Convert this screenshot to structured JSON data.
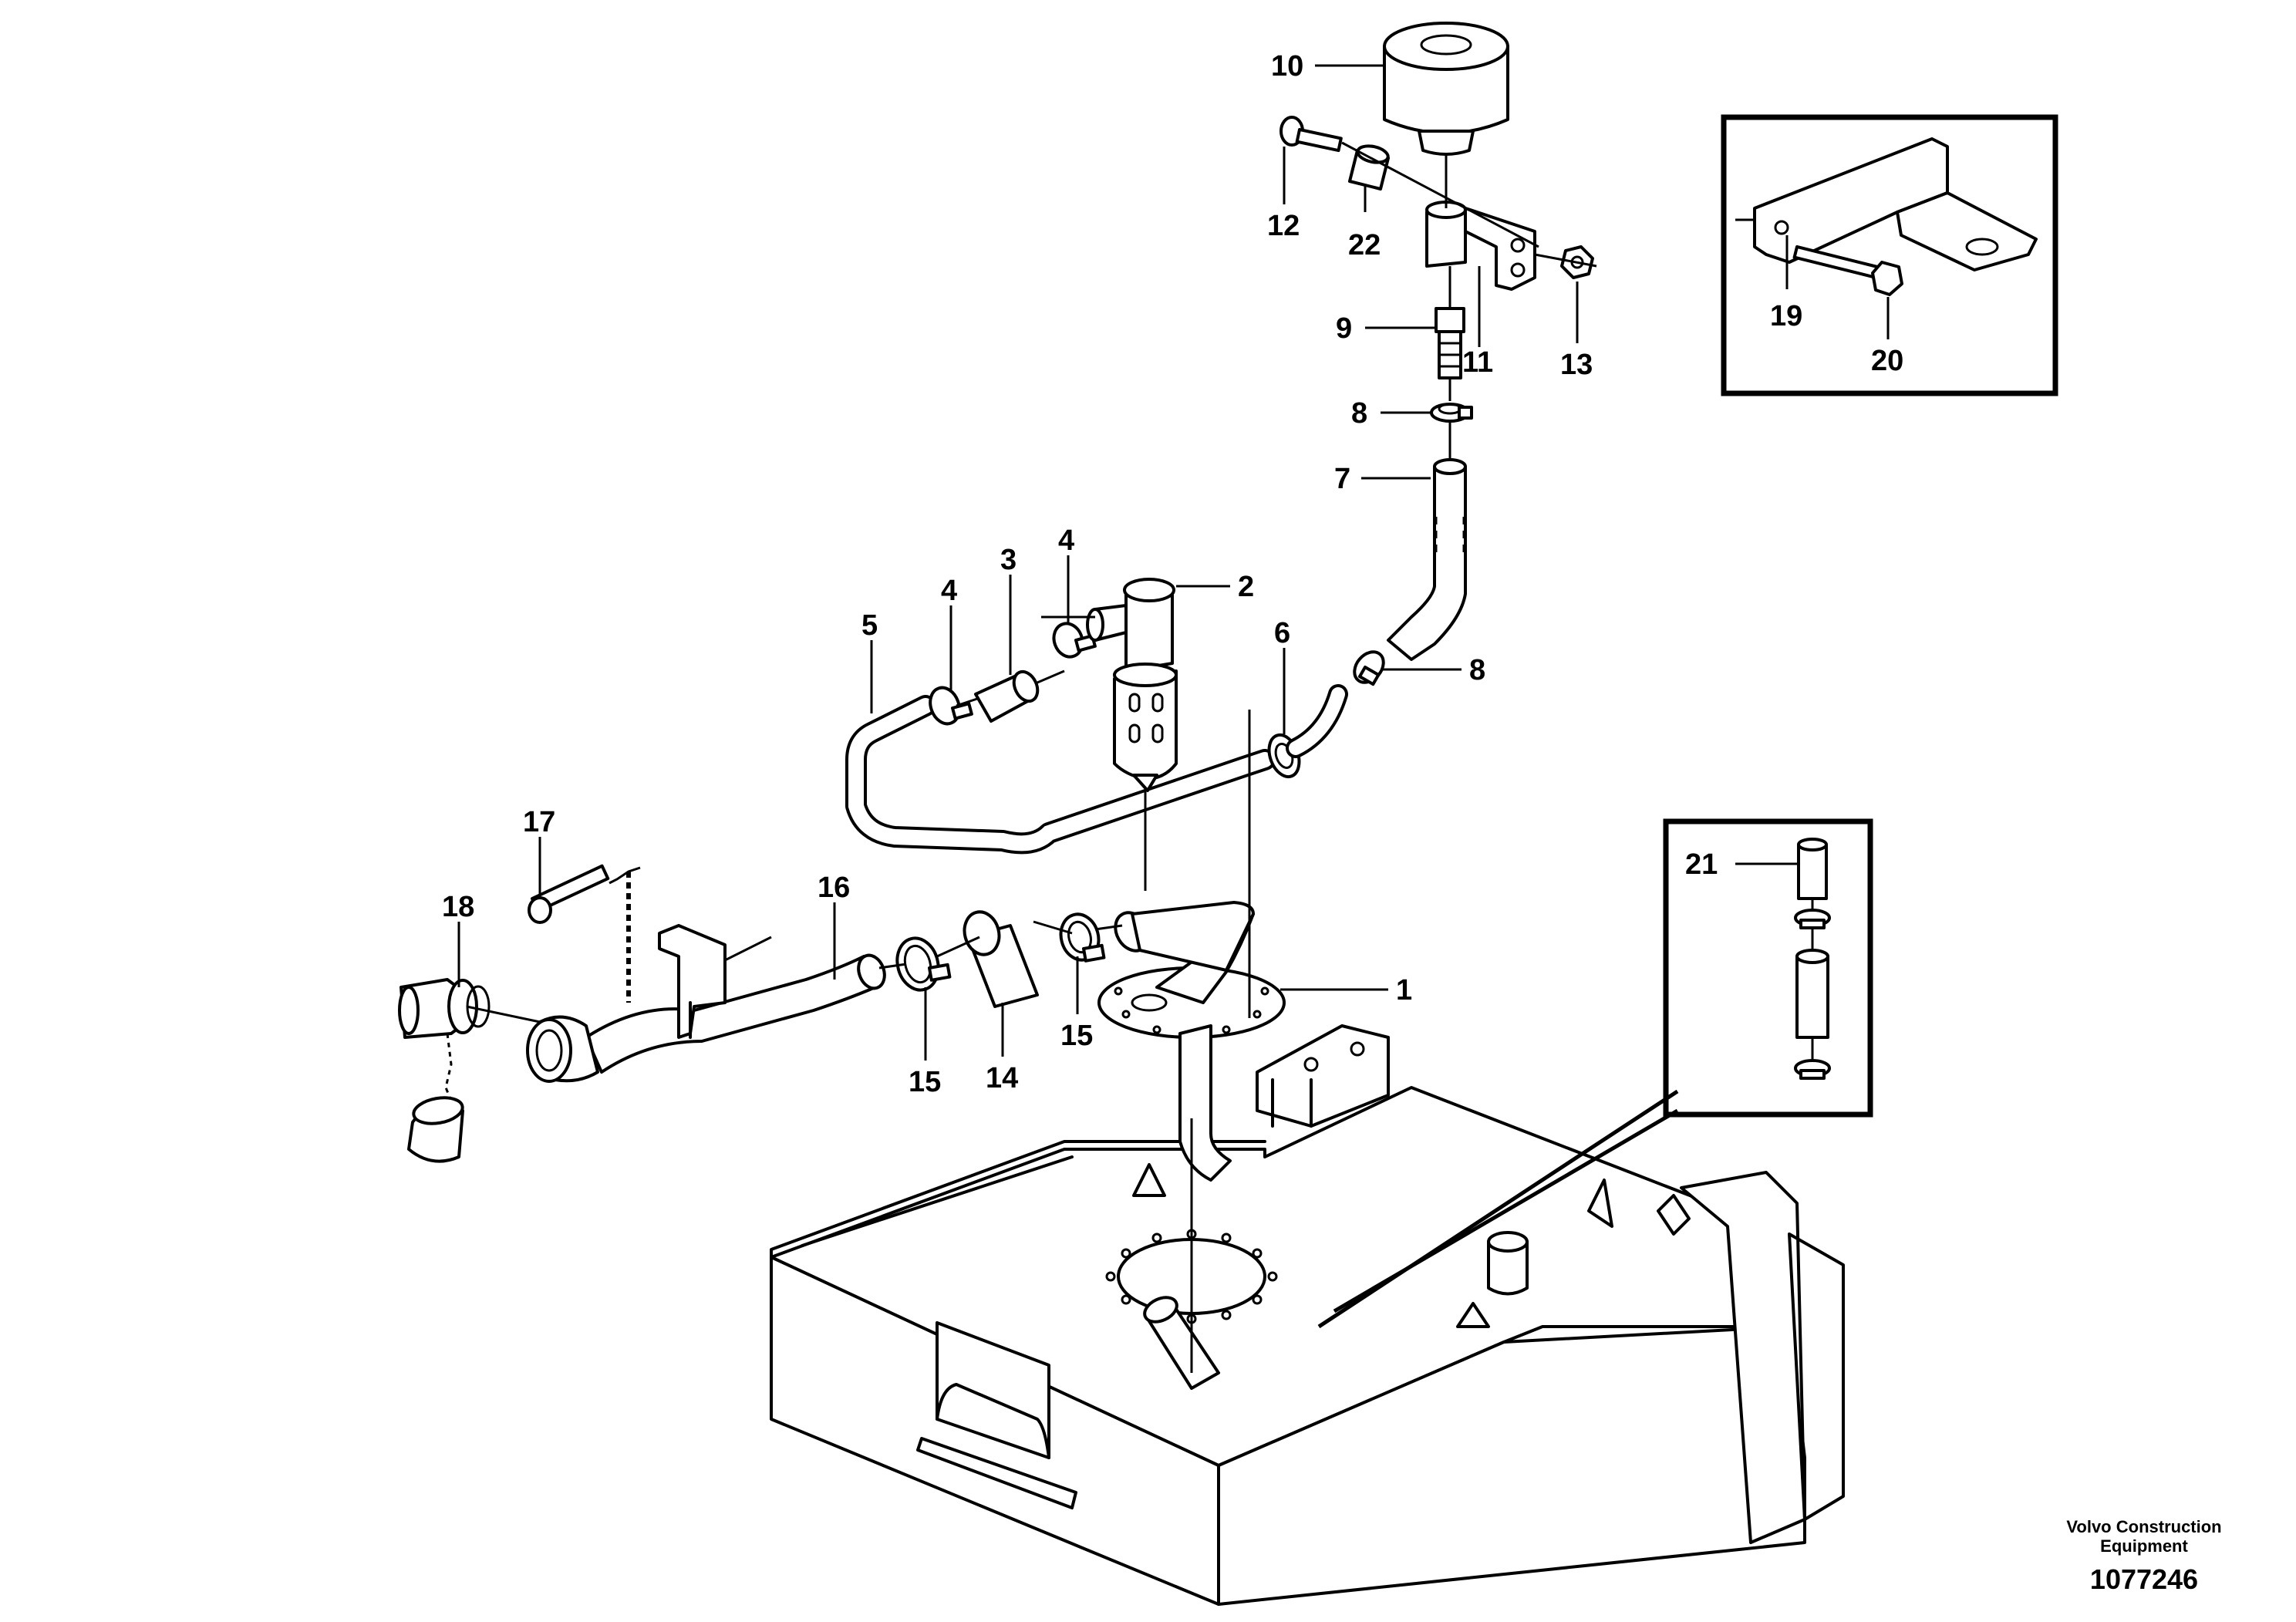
{
  "callouts": [
    {
      "id": "1",
      "label": "1"
    },
    {
      "id": "2",
      "label": "2"
    },
    {
      "id": "3",
      "label": "3"
    },
    {
      "id": "4a",
      "label": "4"
    },
    {
      "id": "4b",
      "label": "4"
    },
    {
      "id": "5",
      "label": "5"
    },
    {
      "id": "6",
      "label": "6"
    },
    {
      "id": "7",
      "label": "7"
    },
    {
      "id": "8a",
      "label": "8"
    },
    {
      "id": "8b",
      "label": "8"
    },
    {
      "id": "9",
      "label": "9"
    },
    {
      "id": "10",
      "label": "10"
    },
    {
      "id": "11",
      "label": "11"
    },
    {
      "id": "12",
      "label": "12"
    },
    {
      "id": "13",
      "label": "13"
    },
    {
      "id": "14",
      "label": "14"
    },
    {
      "id": "15a",
      "label": "15"
    },
    {
      "id": "15b",
      "label": "15"
    },
    {
      "id": "16",
      "label": "16"
    },
    {
      "id": "17",
      "label": "17"
    },
    {
      "id": "18",
      "label": "18"
    },
    {
      "id": "19",
      "label": "19"
    },
    {
      "id": "20",
      "label": "20"
    },
    {
      "id": "21",
      "label": "21"
    },
    {
      "id": "22",
      "label": "22"
    }
  ],
  "brand": {
    "line1": "Volvo Construction",
    "line2": "Equipment"
  },
  "document_number": "1077246"
}
